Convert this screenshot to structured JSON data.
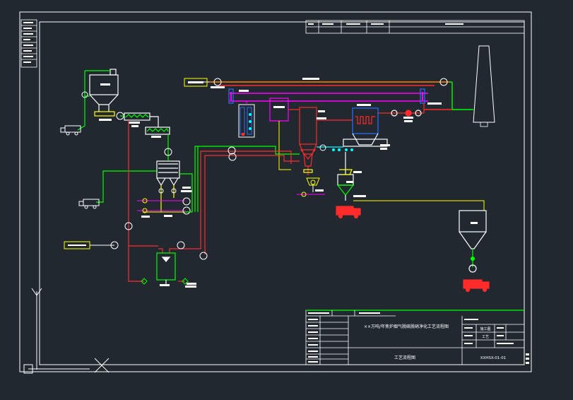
{
  "title_block": {
    "drawing_title": "××万吨/年焦炉烟气脱硫脱硝净化工艺流程图",
    "drawing_name": "工艺流程图",
    "drawing_number": "XXHSX-01-01",
    "stage": "施工图",
    "discipline": "工艺"
  },
  "colors": {
    "background": "#212830",
    "frame": "#ffffff",
    "flue_gas": "#ff2a2a",
    "ammonia": "#ff00ff",
    "water": "#00ffff",
    "ash_line": "#ffff00",
    "air_line": "#00ff00",
    "equipment_blue": "#2a6fff",
    "orange_line": "#ff8000"
  },
  "icons": [
    "truck-icon",
    "fan-icon",
    "pump-icon",
    "chimney-icon",
    "ucs-icon"
  ]
}
